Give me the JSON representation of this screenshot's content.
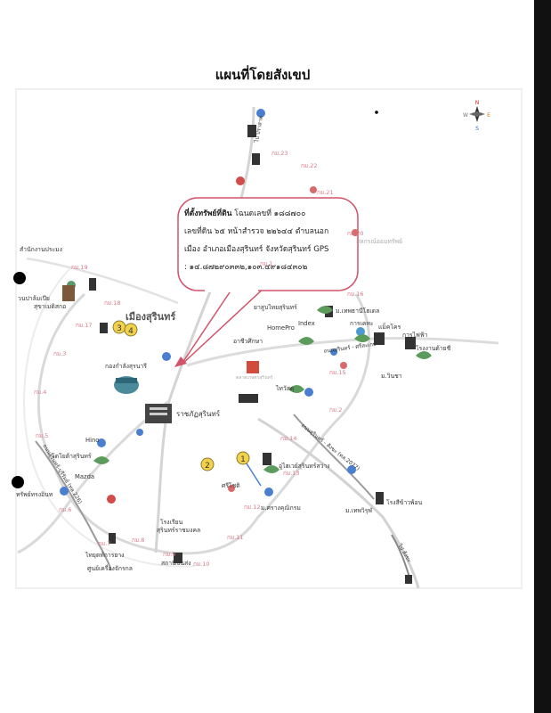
{
  "title": "แผนที่โดยสังเขป",
  "compass": {
    "n": "N",
    "e": "E",
    "s": "S",
    "w": "W"
  },
  "callout": {
    "heading": "ที่ตั้งทรัพย์ที่ดิน",
    "line1_rest": " โฉนดเลขที่ ๑๘๘๗๐๐",
    "line2": "เลขที่ดิน ๖๕ หน้าสำรวจ ๒๒๖๔๔ ตำบลนอก",
    "line3": "เมือง อำเภอเมืองสุรินทร์ จังหวัดสุรินทร์ GPS",
    "line4": ": ๑๔.๘๗๒๙๐๓๓๒,๑๐๓.๔๙๑๘๔๓๐๒"
  },
  "places": {
    "city": "เมืองสุรินทร์",
    "office": "สำนักงานประมง",
    "temple": "วนปาล้มเปีย",
    "sutthi": "สุขาเมดิสกอ",
    "regiment": "กองกำลังสุรนารี",
    "rajabhat": "ราชภัฏสุรินทร์",
    "hino": "Hino",
    "toyota": "โตโยต้าสุรินทร์",
    "mazda": "Mazda",
    "tractor": "ทรัพย์ทรงอินท",
    "toyota2": "ไทยุตท์การยาง",
    "service": "ศูนย์เครื่องจักรกล",
    "school": "โรงเรียน",
    "school2": "สุรินทร์ราชมงคล",
    "station": "สถานีขนส่ง",
    "sriboon": "ศรีโชติ",
    "charoen": "อู่ไฮเวย์สุรินทร์สว่าง",
    "m_khanh": "ม.ศรางคุณิกรม",
    "m_thep": "ม.เทพวิรุฬ",
    "factory": "โรงสีข้าวพ้อน",
    "homepro": "HomePro",
    "index": "Index",
    "m_khlong": "ม.เทพธานีโฮเดล",
    "m_win": "ม.วินชา",
    "electric": "การไฟฟ้า",
    "plant": "โรงงานด้ายชี",
    "tobacco": "ยาสูบไทยสุรินทร์",
    "thaiwatsadu": "ไทวัสดุ",
    "atipong": "อาชีวศึกษา",
    "phet": "การเคหะ",
    "lotus": "แม็คโคร",
    "kuay": "สหกรณ์ออมทรัพย์",
    "road_top": "ไป ปราสาท",
    "road_right": "ถนนสุรินทร์ - ศรีสะเกษ",
    "road_rbtm": "ถนนสุรินทร์ - สังขะ (ทล.2077)",
    "road_left": "ถนนสุรินทร์-บุรีรัมย์ (ทล.226)",
    "road_bottom": "ไป สังขะ",
    "market": "ตลาดเกษตรสุรินทร์"
  },
  "markers": {
    "m1": "1",
    "m2": "2",
    "m3": "3",
    "m4": "4"
  },
  "km": [
    "กม.23",
    "กม.22",
    "กม.21",
    "กม.20",
    "กม.19",
    "กม.18",
    "กม.17",
    "กม.16",
    "กม.15",
    "กม.14",
    "กม.13",
    "กม.12",
    "กม.11",
    "กม.10",
    "กม.9",
    "กม.8",
    "กม.7",
    "กม.6",
    "กม.5",
    "กม.4",
    "กม.3",
    "กม.2",
    "กม.1"
  ]
}
